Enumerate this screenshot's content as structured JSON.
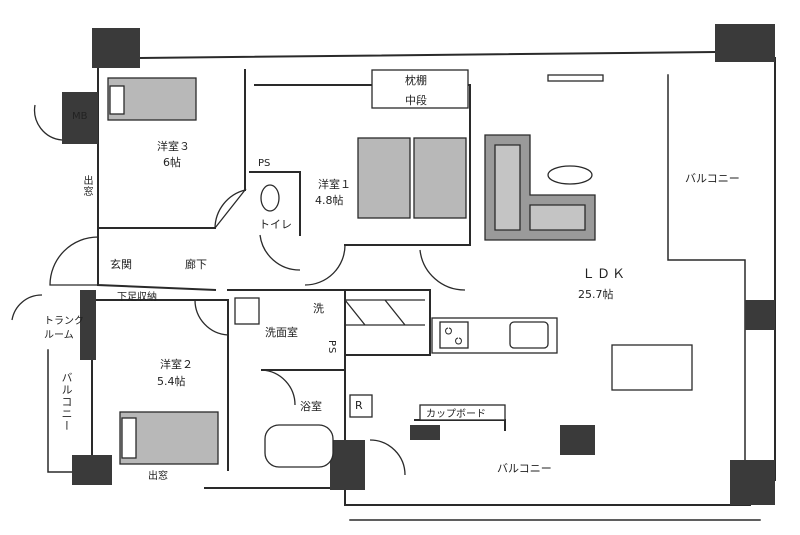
{
  "floor_plan": {
    "colors": {
      "wall": "#3a3a3a",
      "line": "#2a2a2a",
      "furniture_fill": "#b8b8b8",
      "background": "#ffffff"
    },
    "rooms": {
      "mb": "MB",
      "western3_name": "洋室３",
      "western3_size": "6帖",
      "bay_window_left": "出窓",
      "entrance": "玄関",
      "corridor": "廊下",
      "shoe_storage": "下足収納",
      "trunk_room_1": "トランク",
      "trunk_room_2": "ルーム",
      "ps_1": "PS",
      "toilet": "トイレ",
      "western1_name": "洋室１",
      "western1_size": "4.8帖",
      "pillow_shelf": "枕棚",
      "middle_shelf": "中段",
      "washroom": "洗面室",
      "washer": "洗",
      "ps_2": "PS",
      "bathroom": "浴室",
      "fridge": "R",
      "western2_name": "洋室２",
      "western2_size": "5.4帖",
      "bay_window_bottom": "出窓",
      "balcony_left": "バルコニー",
      "ldk_name": "ＬＤＫ",
      "ldk_size": "25.7帖",
      "cupboard": "カップボード",
      "balcony_right": "バルコニー",
      "balcony_bottom": "バルコニー"
    }
  }
}
